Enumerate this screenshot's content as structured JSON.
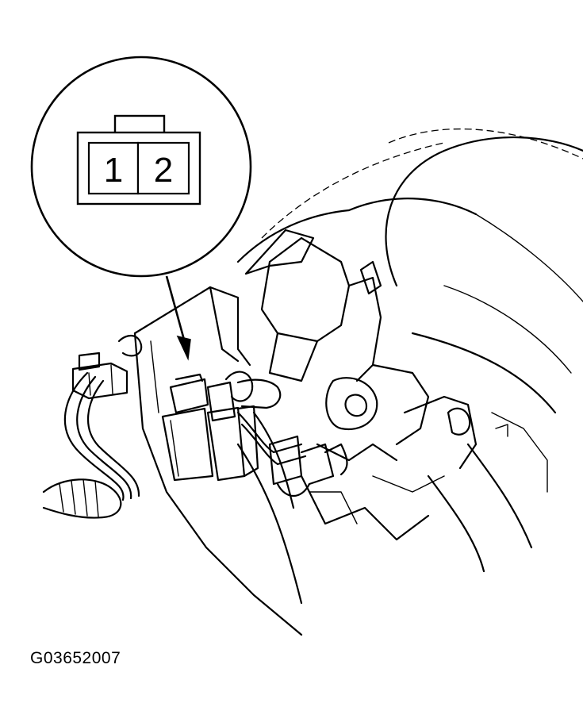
{
  "connector": {
    "pins": [
      "1",
      "2"
    ]
  },
  "figure_id": "G03652007"
}
